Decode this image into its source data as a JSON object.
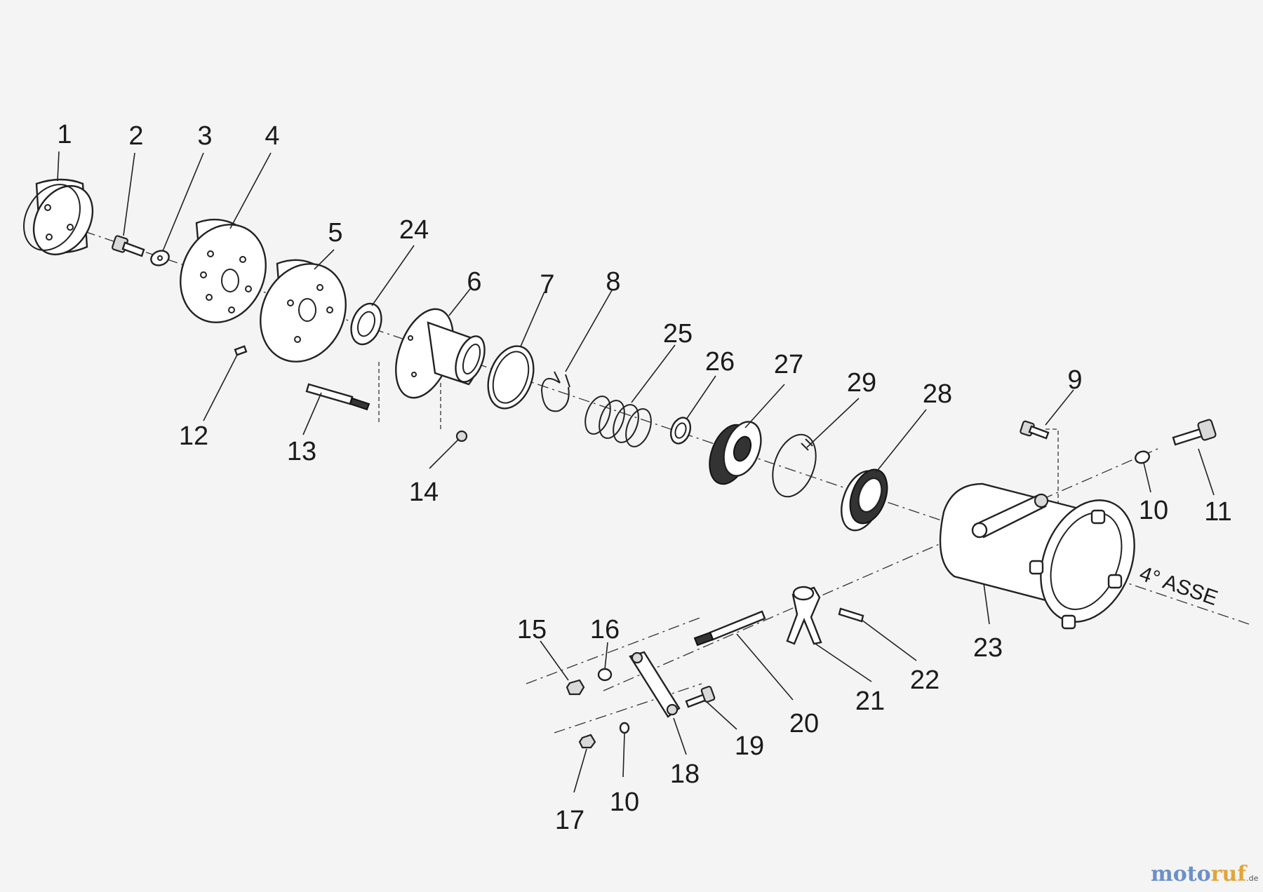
{
  "callouts": [
    {
      "id": "p1",
      "number": "1"
    },
    {
      "id": "p2",
      "number": "2"
    },
    {
      "id": "p3",
      "number": "3"
    },
    {
      "id": "p4",
      "number": "4"
    },
    {
      "id": "p5",
      "number": "5"
    },
    {
      "id": "p24",
      "number": "24"
    },
    {
      "id": "p6",
      "number": "6"
    },
    {
      "id": "p7",
      "number": "7"
    },
    {
      "id": "p8",
      "number": "8"
    },
    {
      "id": "p25",
      "number": "25"
    },
    {
      "id": "p26",
      "number": "26"
    },
    {
      "id": "p27",
      "number": "27"
    },
    {
      "id": "p29",
      "number": "29"
    },
    {
      "id": "p28",
      "number": "28"
    },
    {
      "id": "p9",
      "number": "9"
    },
    {
      "id": "p12",
      "number": "12"
    },
    {
      "id": "p13",
      "number": "13"
    },
    {
      "id": "p14",
      "number": "14"
    },
    {
      "id": "p10a",
      "number": "10"
    },
    {
      "id": "p11",
      "number": "11"
    },
    {
      "id": "p15",
      "number": "15"
    },
    {
      "id": "p16",
      "number": "16"
    },
    {
      "id": "p22",
      "number": "22"
    },
    {
      "id": "p23",
      "number": "23"
    },
    {
      "id": "p21",
      "number": "21"
    },
    {
      "id": "p20",
      "number": "20"
    },
    {
      "id": "p19",
      "number": "19"
    },
    {
      "id": "p18",
      "number": "18"
    },
    {
      "id": "p10b",
      "number": "10"
    },
    {
      "id": "p17",
      "number": "17"
    }
  ],
  "axis_label": "4° ASSE",
  "watermark": {
    "part1": "moto",
    "part2": "ruf",
    "suffix": ".de"
  },
  "colors": {
    "background": "#f4f4f4",
    "ink": "#222222",
    "watermark_blue": "#6b8fc9",
    "watermark_orange": "#e0a63a"
  }
}
